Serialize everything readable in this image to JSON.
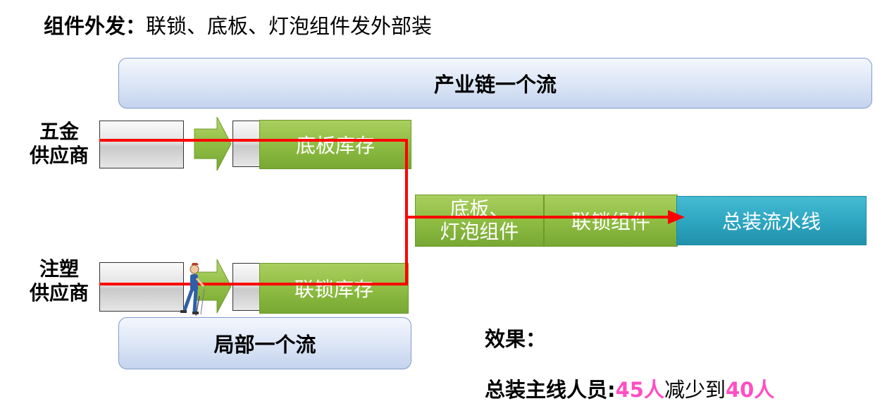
{
  "title": {
    "label": "组件外发：",
    "text": "联锁、底板、灯泡组件发外部装"
  },
  "banners": {
    "top": "产业链一个流",
    "bottom": "局部一个流"
  },
  "suppliers": {
    "metal_line1": "五金",
    "metal_line2": "供应商",
    "plastic_line1": "注塑",
    "plastic_line2": "供应商"
  },
  "stages": {
    "base_inventory": "底板库存",
    "lock_inventory": "联锁库存",
    "combo_line1": "底板、",
    "combo_line2": "灯泡组件",
    "lock_assembly": "联锁组件",
    "final_line": "总装流水线"
  },
  "effect": {
    "label": "效果：",
    "prefix": "总装主线人员:",
    "before": "45人",
    "middle": "减少到",
    "after": "40人"
  },
  "colors": {
    "flow_line": "#ff0000",
    "green_box": "#8fbd43",
    "teal_box": "#2ea7c2",
    "highlight": "#ff4fc4"
  }
}
